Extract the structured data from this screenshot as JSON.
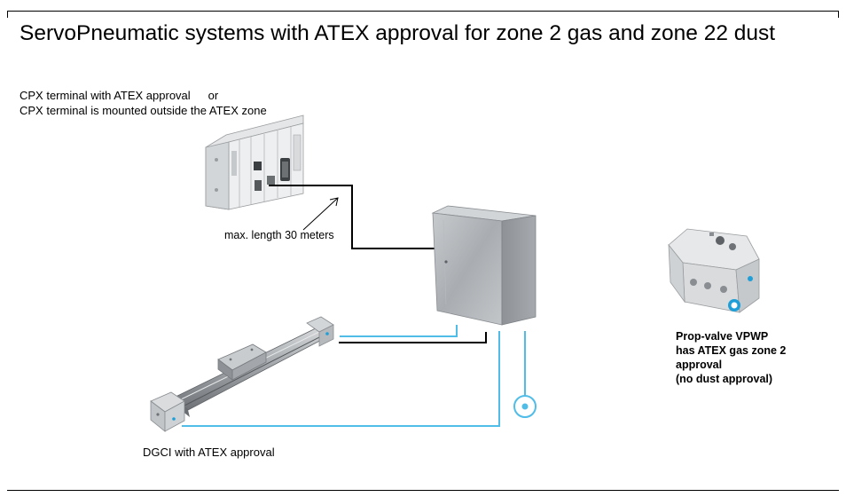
{
  "title": "ServoPneumatic systems with ATEX approval for zone 2 gas and zone 22 dust",
  "cpx": {
    "line1": "CPX terminal with ATEX approval",
    "line1_suffix": "or",
    "line2": "CPX terminal is mounted outside the ATEX zone"
  },
  "cable_note": "max. length 30 meters",
  "valve": {
    "line1": "Prop-valve VPWP",
    "line2": "has ATEX gas zone 2",
    "line3": "approval",
    "line4": "(no dust approval)"
  },
  "dgci_label": "DGCI with ATEX approval",
  "colors": {
    "electric_cable": "#000000",
    "pneumatic_tubing": "#4fbde8",
    "enclosure": "#b9bcbf",
    "valve_connector_blue": "#1e9fd8"
  },
  "icons": {
    "cpx_terminal": "cpx-terminal-icon",
    "control_cabinet": "control-cabinet-icon",
    "linear_drive": "linear-drive-icon",
    "prop_valve": "prop-valve-icon",
    "air_supply": "air-supply-icon",
    "arrow": "arrow-icon"
  }
}
